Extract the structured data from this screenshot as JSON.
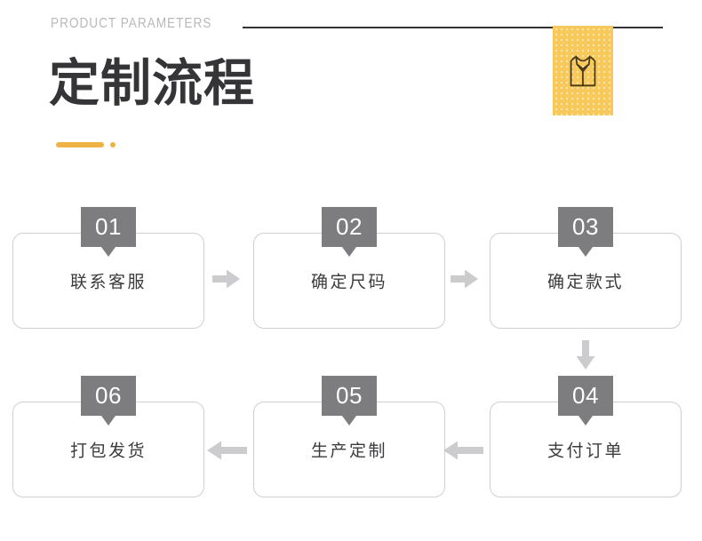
{
  "header": {
    "eyebrow": "PRODUCT PARAMETERS",
    "title": "定制流程",
    "icon_name": "vest-garment-icon",
    "accent_color": "#efb244",
    "rule_color": "#333336",
    "badge_box_color": "#f6c95a"
  },
  "flow": {
    "badge_color": "#7d7d7f",
    "box_border_color": "#cfcfd2",
    "arrow_color": "#cccccf",
    "steps": [
      {
        "number": "01",
        "label": "联系客服"
      },
      {
        "number": "02",
        "label": "确定尺码"
      },
      {
        "number": "03",
        "label": "确定款式"
      },
      {
        "number": "04",
        "label": "支付订单"
      },
      {
        "number": "05",
        "label": "生产定制"
      },
      {
        "number": "06",
        "label": "打包发货"
      }
    ],
    "connectors": [
      {
        "name": "arrow-01-to-02",
        "direction": "right"
      },
      {
        "name": "arrow-02-to-03",
        "direction": "right"
      },
      {
        "name": "arrow-03-to-04",
        "direction": "down"
      },
      {
        "name": "arrow-04-to-05",
        "direction": "left"
      },
      {
        "name": "arrow-05-to-06",
        "direction": "left"
      }
    ]
  }
}
